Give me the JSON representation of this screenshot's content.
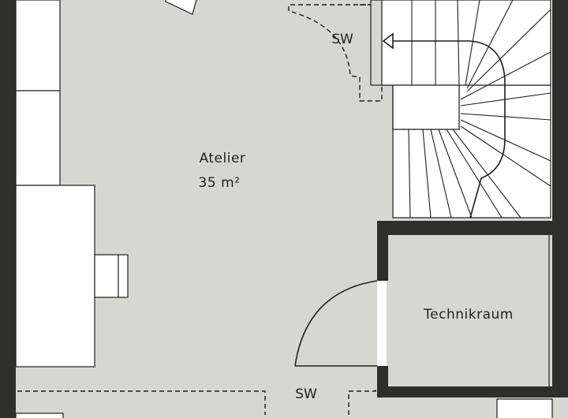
{
  "rooms": {
    "atelier": {
      "name": "Atelier",
      "area": "35 m²"
    },
    "technikraum": {
      "name": "Technikraum"
    }
  },
  "markers": {
    "sw_top": "SW",
    "sw_bottom": "SW"
  },
  "colors": {
    "floor": "#d6d6d2",
    "wall": "#2e2f2d",
    "furniture": "#ffffff",
    "line": "#1e1e1e"
  }
}
